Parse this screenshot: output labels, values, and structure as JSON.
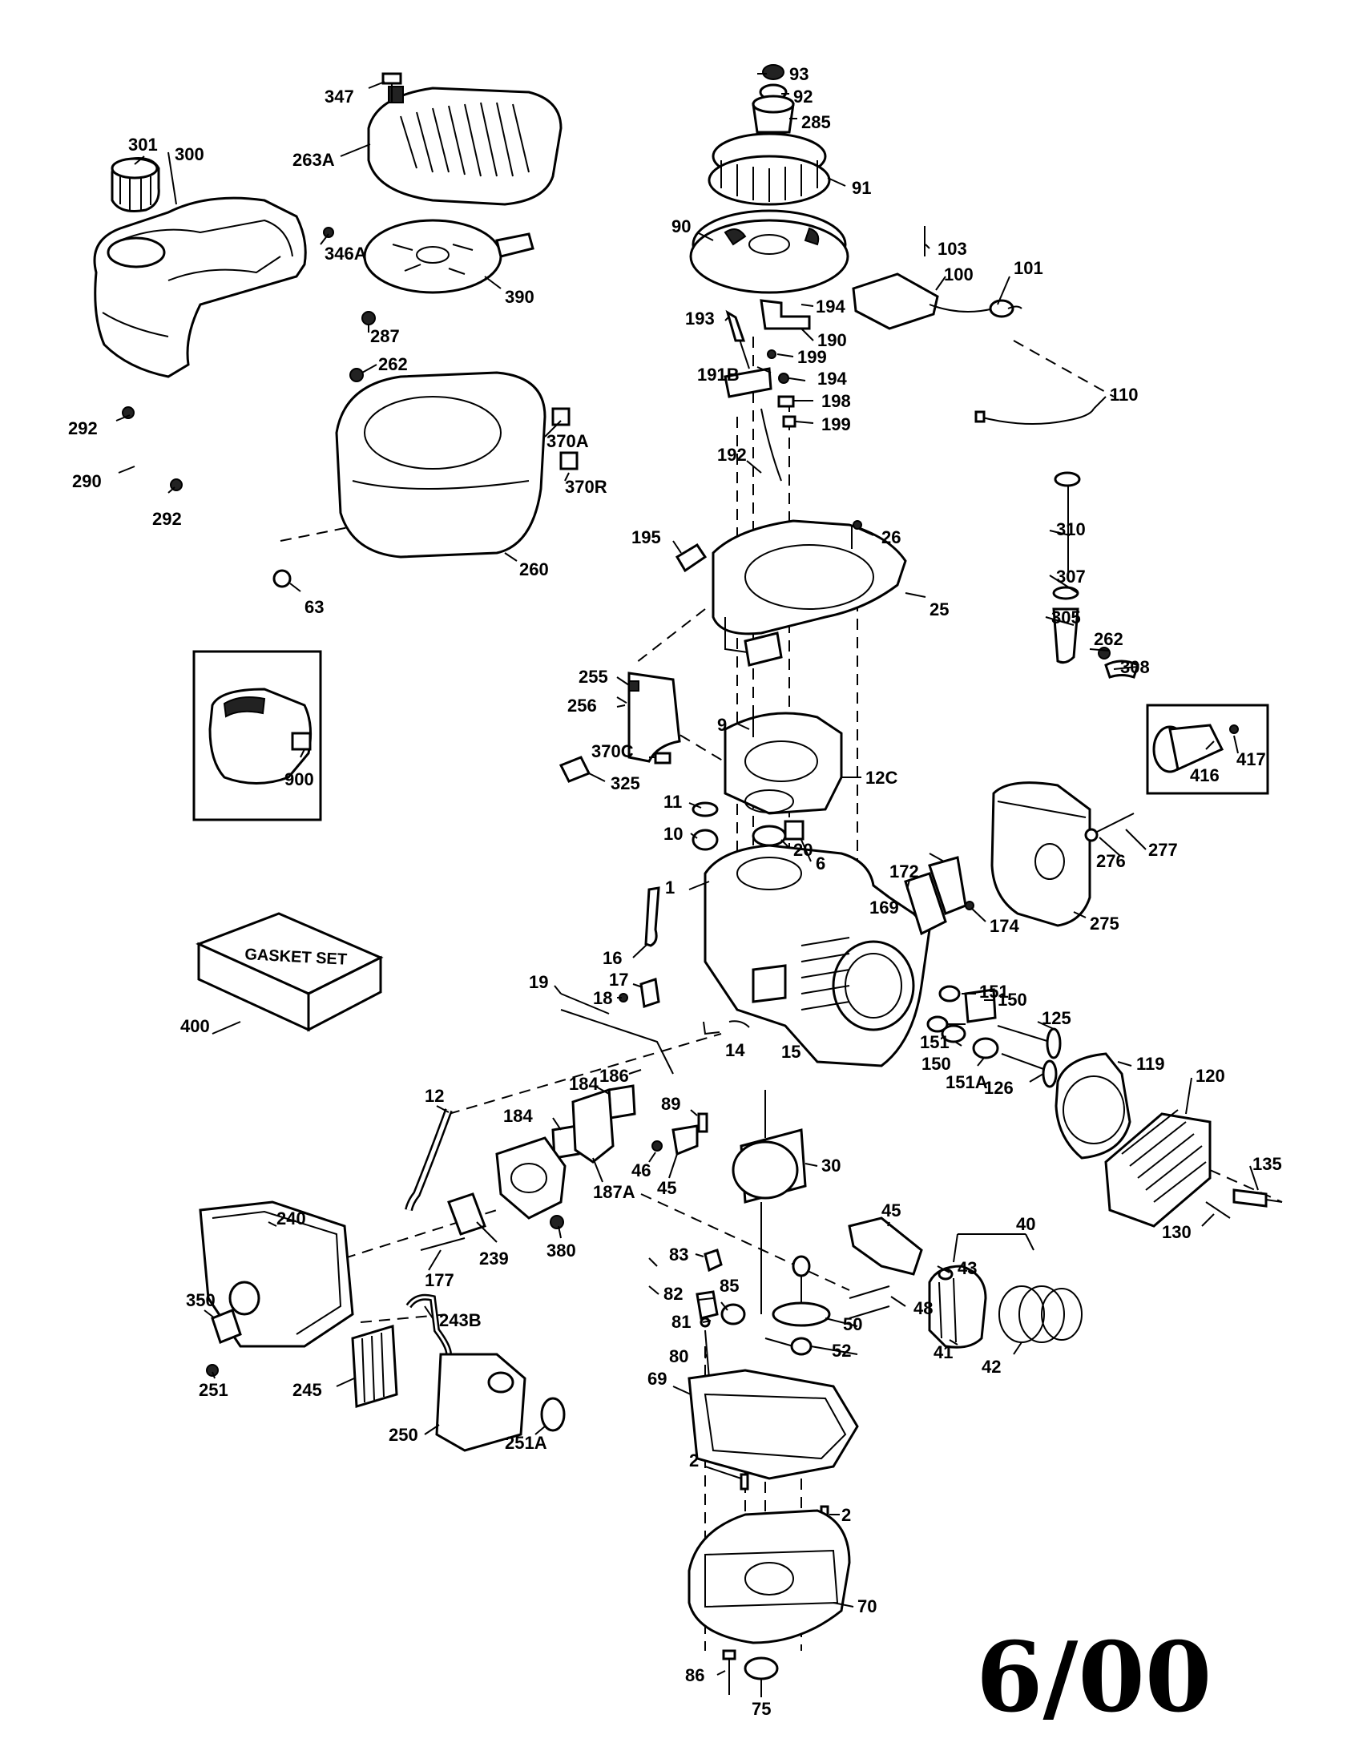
{
  "revision_date": "6/00",
  "gasket_set_label": "GASKET SET",
  "parts": [
    {
      "id": "p1",
      "label": "1"
    },
    {
      "id": "p2a",
      "label": "2"
    },
    {
      "id": "p2b",
      "label": "2"
    },
    {
      "id": "p6",
      "label": "6"
    },
    {
      "id": "p9",
      "label": "9"
    },
    {
      "id": "p10",
      "label": "10"
    },
    {
      "id": "p11",
      "label": "11"
    },
    {
      "id": "p12",
      "label": "12"
    },
    {
      "id": "p12C",
      "label": "12C"
    },
    {
      "id": "p14",
      "label": "14"
    },
    {
      "id": "p15",
      "label": "15"
    },
    {
      "id": "p16",
      "label": "16"
    },
    {
      "id": "p17",
      "label": "17"
    },
    {
      "id": "p18",
      "label": "18"
    },
    {
      "id": "p19",
      "label": "19"
    },
    {
      "id": "p20",
      "label": "20"
    },
    {
      "id": "p25",
      "label": "25"
    },
    {
      "id": "p26",
      "label": "26"
    },
    {
      "id": "p30",
      "label": "30"
    },
    {
      "id": "p40",
      "label": "40"
    },
    {
      "id": "p41",
      "label": "41"
    },
    {
      "id": "p42",
      "label": "42"
    },
    {
      "id": "p43",
      "label": "43"
    },
    {
      "id": "p45a",
      "label": "45"
    },
    {
      "id": "p45b",
      "label": "45"
    },
    {
      "id": "p46",
      "label": "46"
    },
    {
      "id": "p48",
      "label": "48"
    },
    {
      "id": "p50",
      "label": "50"
    },
    {
      "id": "p52",
      "label": "52"
    },
    {
      "id": "p63",
      "label": "63"
    },
    {
      "id": "p69",
      "label": "69"
    },
    {
      "id": "p70",
      "label": "70"
    },
    {
      "id": "p75",
      "label": "75"
    },
    {
      "id": "p80",
      "label": "80"
    },
    {
      "id": "p81",
      "label": "81"
    },
    {
      "id": "p82",
      "label": "82"
    },
    {
      "id": "p83",
      "label": "83"
    },
    {
      "id": "p85",
      "label": "85"
    },
    {
      "id": "p86",
      "label": "86"
    },
    {
      "id": "p89",
      "label": "89"
    },
    {
      "id": "p90",
      "label": "90"
    },
    {
      "id": "p91",
      "label": "91"
    },
    {
      "id": "p92",
      "label": "92"
    },
    {
      "id": "p93",
      "label": "93"
    },
    {
      "id": "p100",
      "label": "100"
    },
    {
      "id": "p101",
      "label": "101"
    },
    {
      "id": "p103",
      "label": "103"
    },
    {
      "id": "p110",
      "label": "110"
    },
    {
      "id": "p119",
      "label": "119"
    },
    {
      "id": "p120",
      "label": "120"
    },
    {
      "id": "p125",
      "label": "125"
    },
    {
      "id": "p126",
      "label": "126"
    },
    {
      "id": "p130",
      "label": "130"
    },
    {
      "id": "p135",
      "label": "135"
    },
    {
      "id": "p150a",
      "label": "150"
    },
    {
      "id": "p150b",
      "label": "150"
    },
    {
      "id": "p151a",
      "label": "151"
    },
    {
      "id": "p151b",
      "label": "151"
    },
    {
      "id": "p151A",
      "label": "151A"
    },
    {
      "id": "p169",
      "label": "169"
    },
    {
      "id": "p172",
      "label": "172"
    },
    {
      "id": "p174",
      "label": "174"
    },
    {
      "id": "p177",
      "label": "177"
    },
    {
      "id": "p184a",
      "label": "184"
    },
    {
      "id": "p184b",
      "label": "184"
    },
    {
      "id": "p186",
      "label": "186"
    },
    {
      "id": "p187A",
      "label": "187A"
    },
    {
      "id": "p190",
      "label": "190"
    },
    {
      "id": "p191B",
      "label": "191B"
    },
    {
      "id": "p192",
      "label": "192"
    },
    {
      "id": "p193",
      "label": "193"
    },
    {
      "id": "p194a",
      "label": "194"
    },
    {
      "id": "p194b",
      "label": "194"
    },
    {
      "id": "p195",
      "label": "195"
    },
    {
      "id": "p198",
      "label": "198"
    },
    {
      "id": "p199a",
      "label": "199"
    },
    {
      "id": "p199b",
      "label": "199"
    },
    {
      "id": "p239",
      "label": "239"
    },
    {
      "id": "p240",
      "label": "240"
    },
    {
      "id": "p243B",
      "label": "243B"
    },
    {
      "id": "p245",
      "label": "245"
    },
    {
      "id": "p250",
      "label": "250"
    },
    {
      "id": "p251",
      "label": "251"
    },
    {
      "id": "p251A",
      "label": "251A"
    },
    {
      "id": "p255",
      "label": "255"
    },
    {
      "id": "p256",
      "label": "256"
    },
    {
      "id": "p260",
      "label": "260"
    },
    {
      "id": "p262a",
      "label": "262"
    },
    {
      "id": "p262b",
      "label": "262"
    },
    {
      "id": "p263A",
      "label": "263A"
    },
    {
      "id": "p275",
      "label": "275"
    },
    {
      "id": "p276",
      "label": "276"
    },
    {
      "id": "p277",
      "label": "277"
    },
    {
      "id": "p285",
      "label": "285"
    },
    {
      "id": "p287",
      "label": "287"
    },
    {
      "id": "p290",
      "label": "290"
    },
    {
      "id": "p292a",
      "label": "292"
    },
    {
      "id": "p292b",
      "label": "292"
    },
    {
      "id": "p300",
      "label": "300"
    },
    {
      "id": "p301",
      "label": "301"
    },
    {
      "id": "p305",
      "label": "305"
    },
    {
      "id": "p307",
      "label": "307"
    },
    {
      "id": "p308",
      "label": "308"
    },
    {
      "id": "p310",
      "label": "310"
    },
    {
      "id": "p325",
      "label": "325"
    },
    {
      "id": "p346A",
      "label": "346A"
    },
    {
      "id": "p347",
      "label": "347"
    },
    {
      "id": "p350",
      "label": "350"
    },
    {
      "id": "p370A",
      "label": "370A"
    },
    {
      "id": "p370C",
      "label": "370C"
    },
    {
      "id": "p370R",
      "label": "370R"
    },
    {
      "id": "p380",
      "label": "380"
    },
    {
      "id": "p390",
      "label": "390"
    },
    {
      "id": "p400",
      "label": "400"
    },
    {
      "id": "p416",
      "label": "416"
    },
    {
      "id": "p417",
      "label": "417"
    },
    {
      "id": "p900",
      "label": "900"
    }
  ]
}
